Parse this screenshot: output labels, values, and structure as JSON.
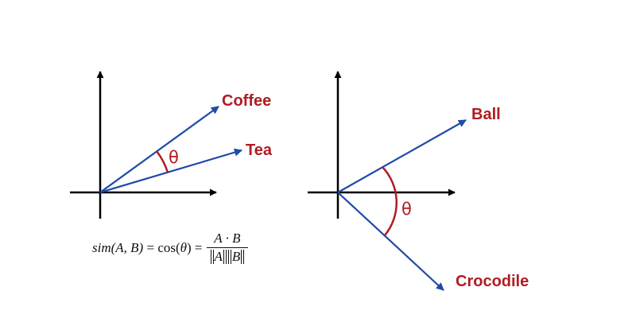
{
  "colors": {
    "axis": "#000000",
    "vector": "#1f4aa8",
    "label": "#b01c22",
    "angle_arc": "#b01c22",
    "background": "#ffffff"
  },
  "left_diagram": {
    "vectors": [
      {
        "label": "Coffee"
      },
      {
        "label": "Tea"
      }
    ],
    "angle_symbol": "θ"
  },
  "right_diagram": {
    "vectors": [
      {
        "label": "Ball"
      },
      {
        "label": "Crocodile"
      }
    ],
    "angle_symbol": "θ"
  },
  "formula": {
    "lhs_func": "sim",
    "lhs_args": "(A, B)",
    "equals1": "=",
    "cos_text": "cos(",
    "theta": "θ",
    "cos_close": ")",
    "equals2": "=",
    "numerator": "A · B",
    "denom_a": "A",
    "denom_b": "B"
  }
}
